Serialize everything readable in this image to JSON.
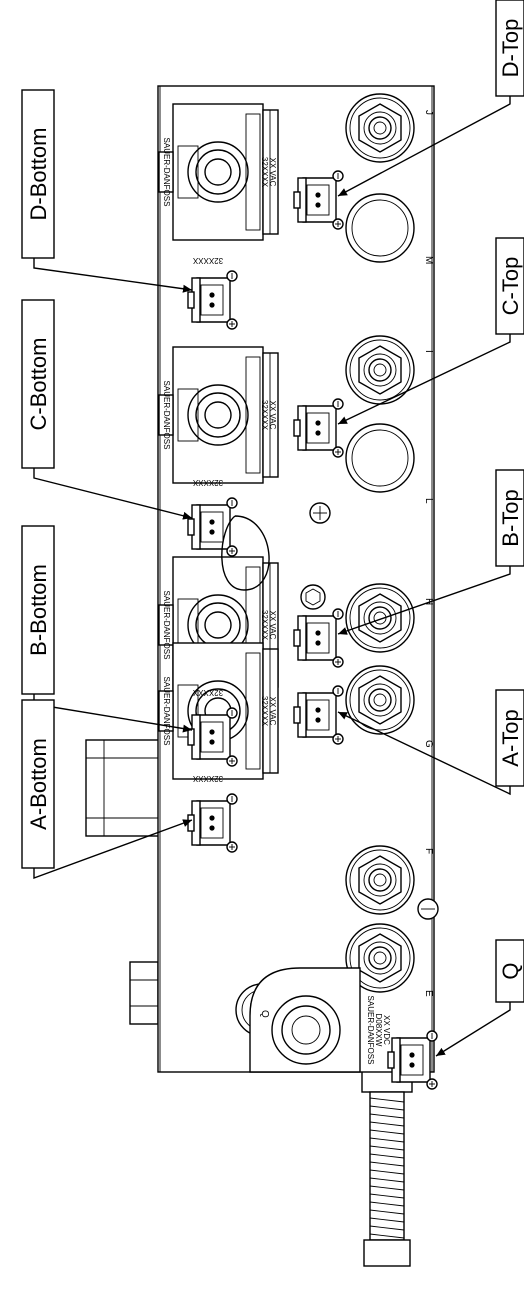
{
  "callouts": {
    "a_bottom": "A-Bottom",
    "b_bottom": "B-Bottom",
    "c_bottom": "C-Bottom",
    "d_bottom": "D-Bottom",
    "a_top": "A-Top",
    "b_top": "B-Top",
    "c_top": "C-Top",
    "d_top": "D-Top",
    "q": "Q"
  },
  "coil": {
    "brand": "SAUER-DANFOSS",
    "part": "32XXXX",
    "voltage": "XX VAC",
    "base_part": "32XXXX"
  },
  "q_coil": {
    "brand": "SAUER-DANFOSS",
    "part": "D08XXW",
    "voltage": "XX VDC"
  },
  "ports": {
    "e": "E",
    "f": "F",
    "g": "G",
    "h": "H",
    "i": "I",
    "j": "J",
    "l": "L",
    "m": "M",
    "q": "Q"
  }
}
